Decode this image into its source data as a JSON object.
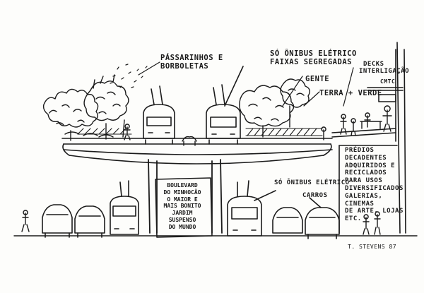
{
  "labels": {
    "birds": [
      "PÁSSARINHOS E",
      "BORBOLETAS"
    ],
    "trolley_top": [
      "SÓ ÔNIBUS ELÉTRICO",
      "FAIXAS SEGREGADAS"
    ],
    "people": "GENTE",
    "soil_green": "TERRA + VERDE",
    "decks": [
      "DECKS",
      "INTERLIGAÇÃO"
    ],
    "cmtc": "CMTC",
    "buildings": [
      "PRÉDIOS",
      "DECADENTES",
      "ADQUIRIDOS E",
      "RECICLADOS",
      "PARA USOS",
      "DIVERSIFICADOS",
      "GALERIAS, CINEMAS",
      "DE ARTE, LOJAS ETC."
    ],
    "trolley_bottom": "SÓ ÔNIBUS ELÉTRICO",
    "cars": "CARROS",
    "signature": "T. STEVENS 87"
  },
  "sign_board": [
    "BOULEVARD",
    "DO MINHOCÃO",
    "O MAIOR E",
    "MAIS BONITO",
    "JARDIM SUSPENSO",
    "DO MUNDO"
  ]
}
